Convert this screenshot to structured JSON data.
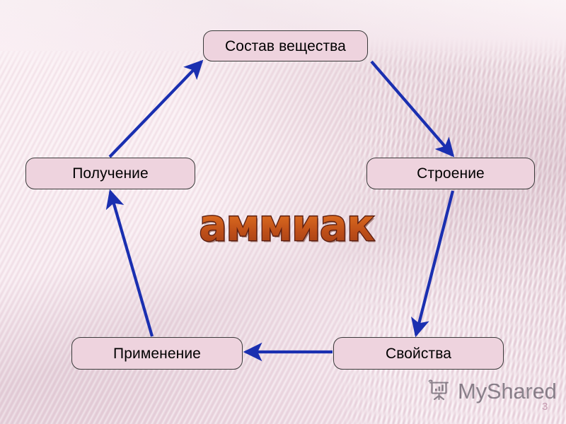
{
  "slide": {
    "page_number": "3",
    "background_color": "#f7e9ef",
    "accent_arrow_color": "#1a2fb0",
    "node_fill_color": "#eed3de",
    "node_border_color": "#3a3a3a"
  },
  "center_title": {
    "text": "аммиак",
    "fill_top_color": "#e0711f",
    "fill_bottom_color": "#9c3a14",
    "outline_color": "#5a1d10",
    "shadow_color": "#7a3a2a"
  },
  "nodes": [
    {
      "id": "sostav",
      "label": "Состав вещества"
    },
    {
      "id": "poluchenie",
      "label": "Получение"
    },
    {
      "id": "stroenie",
      "label": "Строение"
    },
    {
      "id": "primenenie",
      "label": "Применение"
    },
    {
      "id": "svoystva",
      "label": "Свойства"
    }
  ],
  "connections": [
    {
      "from": "Получение",
      "to": "Состав вещества",
      "direction": "up-right"
    },
    {
      "from": "Состав вещества",
      "to": "Строение",
      "direction": "down-right"
    },
    {
      "from": "Строение",
      "to": "Свойства",
      "direction": "down-left"
    },
    {
      "from": "Свойства",
      "to": "Применение",
      "direction": "left"
    },
    {
      "from": "Применение",
      "to": "Получение",
      "direction": "up-left"
    }
  ],
  "watermark": {
    "text": "MyShared",
    "icon": "presentation-chart-icon"
  }
}
